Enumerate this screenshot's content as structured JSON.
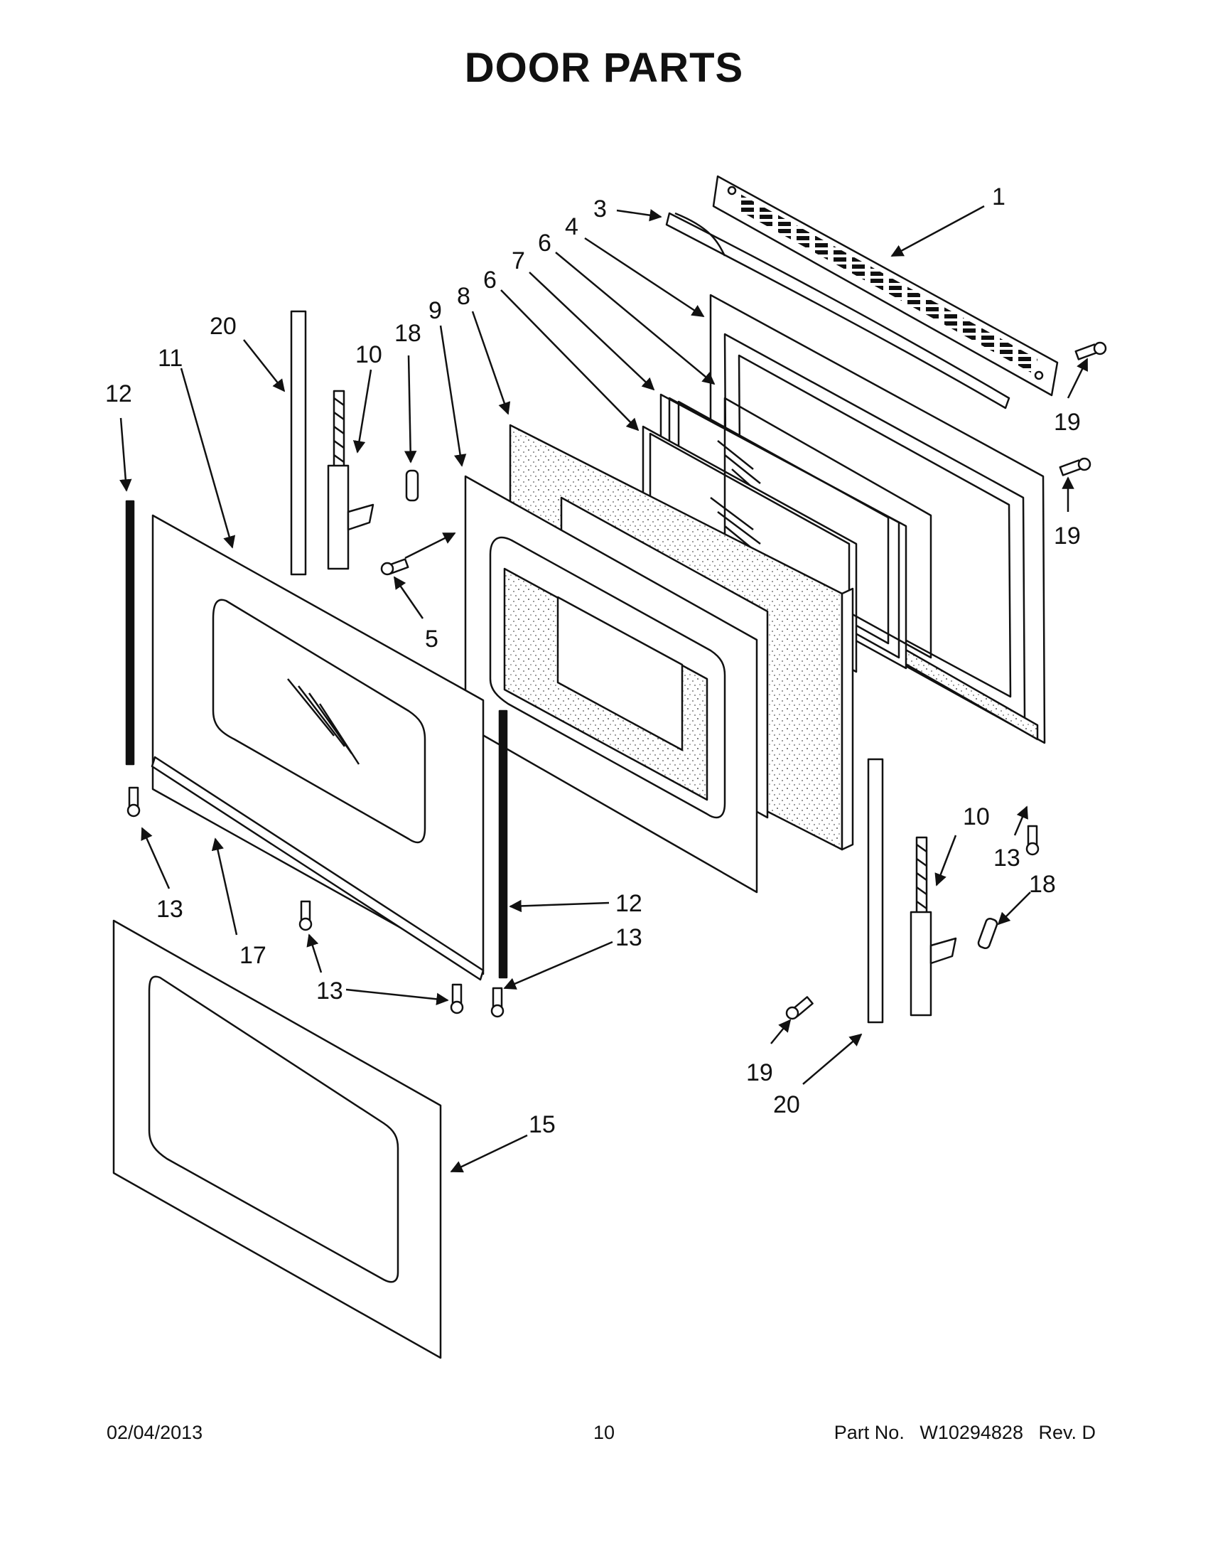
{
  "title": "DOOR PARTS",
  "callouts": {
    "c1": "1",
    "c3": "3",
    "c4": "4",
    "c6a": "6",
    "c7": "7",
    "c6b": "6",
    "c8": "8",
    "c9": "9",
    "c18a": "18",
    "c10a": "10",
    "c20a": "20",
    "c11": "11",
    "c12a": "12",
    "c19a": "19",
    "c19b": "19",
    "c5": "5",
    "c13a": "13",
    "c10b": "10",
    "c13b": "13",
    "c18b": "18",
    "c12b": "12",
    "c13c": "13",
    "c17": "17",
    "c13d": "13",
    "c19c": "19",
    "c20b": "20",
    "c15": "15"
  },
  "footer": {
    "date": "02/04/2013",
    "page": "10",
    "part_label": "Part No.",
    "part_number": "W10294828",
    "revision": "Rev. D"
  }
}
